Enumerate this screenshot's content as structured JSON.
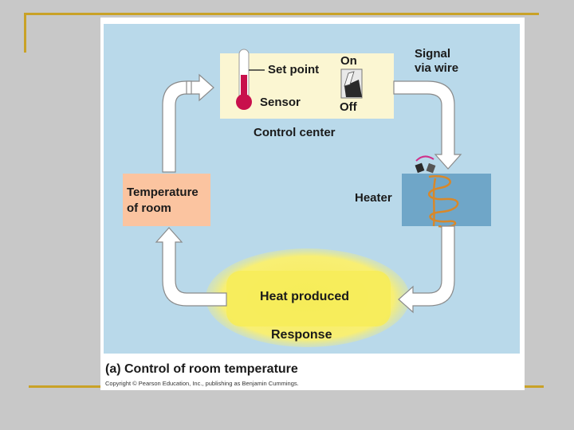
{
  "control_box": {
    "set_point": "Set point",
    "sensor": "Sensor",
    "on": "On",
    "off": "Off",
    "label": "Control center"
  },
  "signal": {
    "line1": "Signal",
    "line2": "via wire"
  },
  "heater": {
    "label": "Heater"
  },
  "temperature_box": {
    "line1": "Temperature",
    "line2": "of room"
  },
  "heat_box": {
    "label": "Heat produced",
    "response": "Response"
  },
  "caption": "(a) Control of room temperature",
  "copyright": "Copyright © Pearson Education, Inc., publishing as Benjamin Cummings.",
  "colors": {
    "panel": "#b9d9ea",
    "control_box": "#fbf6d2",
    "temperature_box": "#fbc4a0",
    "heater_box": "#6fa6c8",
    "heat_glow": "#f6ec5a",
    "thermometer": "#c8104c",
    "coil": "#d8882a",
    "frame_accent": "#c9a227"
  }
}
